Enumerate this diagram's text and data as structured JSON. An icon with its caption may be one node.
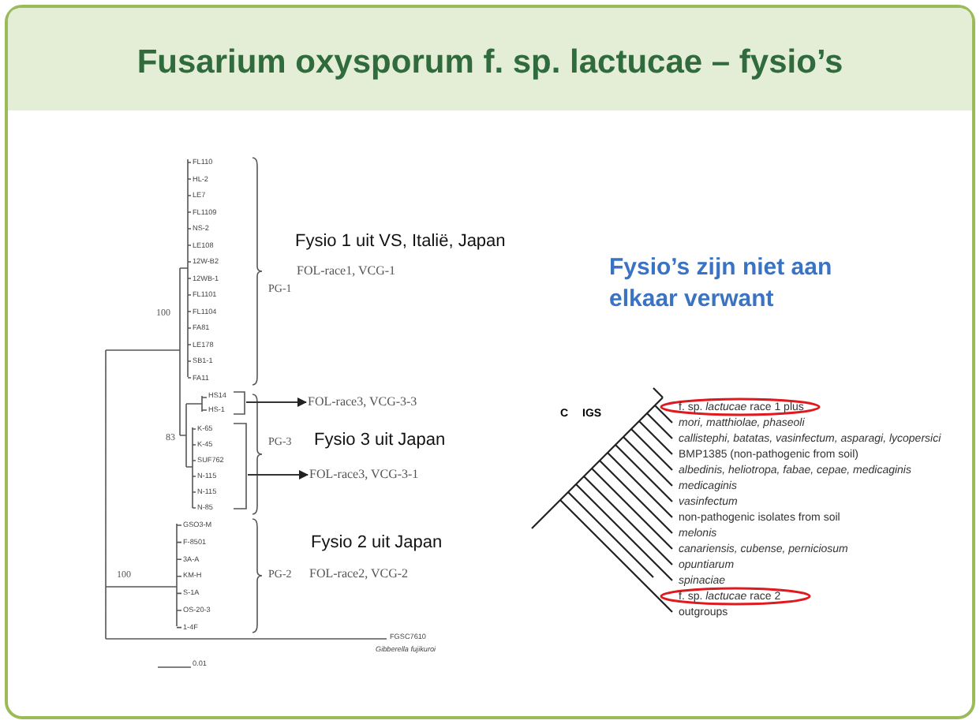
{
  "diagram": {
    "title": "Fusarium oxysporum f. sp. lactucae – fysio’s",
    "nodes": [
      {
        "text": [
          "FOL-race3, VCG-3-3"
        ]
      },
      {
        "text": [
          "FOL-race3, VCG-3-1"
        ]
      },
      {
        "text": [],
        "shape": "bracket"
      },
      {
        "text": [],
        "shape": "bracket"
      },
      {
        "text": [
          "f. sp. *lactucae* race 1 plus"
        ]
      },
      {
        "text": [
          "f. sp. *lactucae* race 2"
        ]
      }
    ],
    "edges": [
      {
        "from": 2,
        "to": 0,
        "arrow": "to"
      },
      {
        "from": 3,
        "to": 1,
        "arrow": "to"
      }
    ],
    "labels": [
      "Fysio’s zijn niet aan elkaar verwant",
      "FL110",
      "HL-2",
      "LE7",
      "FL1109",
      "NS-2",
      "LE108",
      "12W-B2",
      "12WB-1",
      "FL1101",
      "FL1104",
      "FA81",
      "LE178",
      "SB1-1",
      "FA11",
      "Fysio 1 uit VS, Italië, Japan",
      "PG-1",
      "FOL-race1, VCG-1",
      "100",
      "HS14",
      "HS-1",
      "K-65",
      "K-45",
      "SUF762",
      "N-115",
      "N-115",
      "N-85",
      "83",
      "PG-3",
      "Fysio 3 uit Japan",
      "C",
      "IGS",
      "mori, matthiolae, phaseoli",
      "callistephi, batatas, vasinfectum, asparagi, lycopersici",
      "BMP1385 (non-pathogenic from soil)",
      "albedinis, heliotropa, fabae, cepae, medicaginis",
      "medicaginis",
      "vasinfectum",
      "non-pathogenic isolates from soil",
      "melonis",
      "canariensis, cubense, perniciosum",
      "opuntiarum",
      "spinaciae",
      "outgroups",
      "GSO3-M",
      "F-8501",
      "3A-A",
      "KM-H",
      "S-1A",
      "OS-20-3",
      "1-4F",
      "Fysio 2 uit Japan",
      "100",
      "PG-2",
      "FOL-race2, VCG-2",
      "FGSC7610",
      "Gibberella fujikuroi",
      "0.01"
    ]
  }
}
